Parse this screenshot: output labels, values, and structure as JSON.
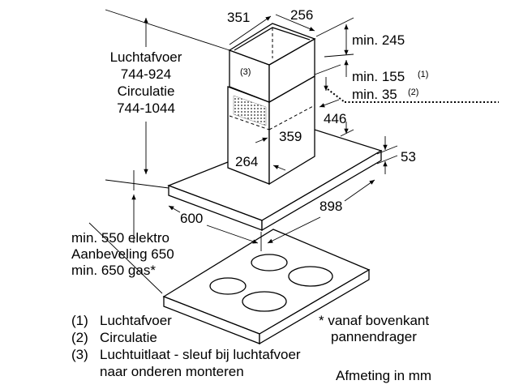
{
  "left_labels": {
    "line1": "Luchtafvoer",
    "line2": "744-924",
    "line3": "Circulatie",
    "line4": "744-1044"
  },
  "dimensions": {
    "d351": "351",
    "d256": "256",
    "min245": "min. 245",
    "min155": "min. 155",
    "sup1": "(1)",
    "min35": "min. 35",
    "sup2": "(2)",
    "d446": "446",
    "d359": "359",
    "d264": "264",
    "d53": "53",
    "d898": "898",
    "d600": "600",
    "marker3": "(3)"
  },
  "height_note": {
    "line1": "min. 550 elektro",
    "line2": "Aanbeveling 650",
    "line3": "min. 650 gas*"
  },
  "legend": [
    {
      "key": "(1)",
      "text": "Luchtafvoer"
    },
    {
      "key": "(2)",
      "text": "Circulatie"
    },
    {
      "key": "(3)",
      "text": "Luchtuitlaat - sleuf bij luchtafvoer"
    },
    {
      "key": "",
      "text": "naar onderen monteren"
    }
  ],
  "footnote": {
    "line1": "* vanaf bovenkant",
    "line2": "pannendrager"
  },
  "units": "Afmeting in mm"
}
